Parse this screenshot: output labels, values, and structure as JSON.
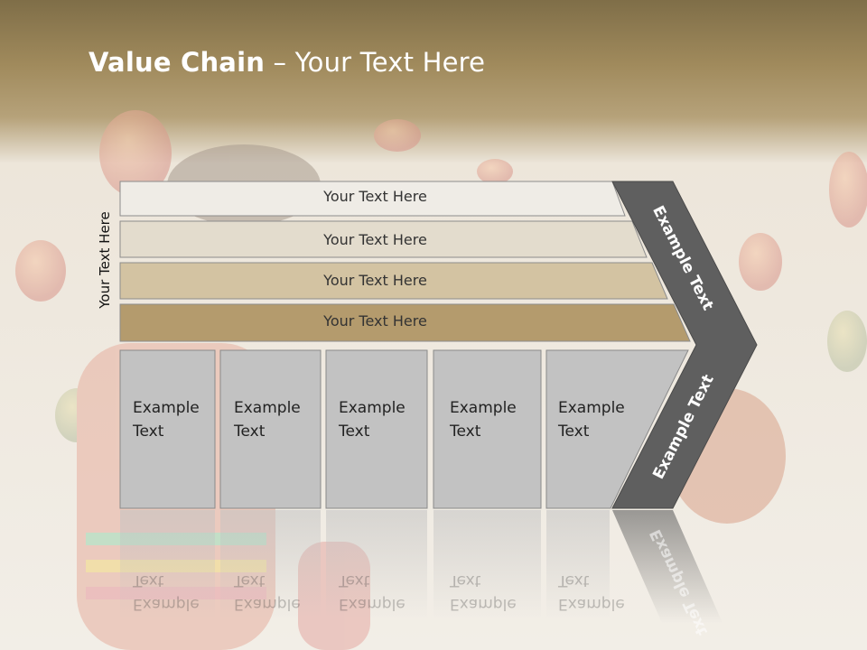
{
  "slide": {
    "title_bold": "Value Chain",
    "title_rest": " – Your Text Here",
    "vertical_label": "Your Text Here",
    "bands": [
      {
        "label": "Your Text Here",
        "color": "#efece6"
      },
      {
        "label": "Your Text Here",
        "color": "#e3dccd"
      },
      {
        "label": "Your Text Here",
        "color": "#d3c3a2"
      },
      {
        "label": "Your Text Here",
        "color": "#b49b6d"
      }
    ],
    "cells": [
      {
        "label": "Example\nText"
      },
      {
        "label": "Example\nText"
      },
      {
        "label": "Example\nText"
      },
      {
        "label": "Example\nText"
      },
      {
        "label": "Example\nText"
      }
    ],
    "chevron_top_label": "Example Text",
    "chevron_bottom_label": "Example Text",
    "colors": {
      "title_band": "#8e7a4f",
      "chevron": "#5f5f5f",
      "cell": "#c2c2c2"
    }
  }
}
